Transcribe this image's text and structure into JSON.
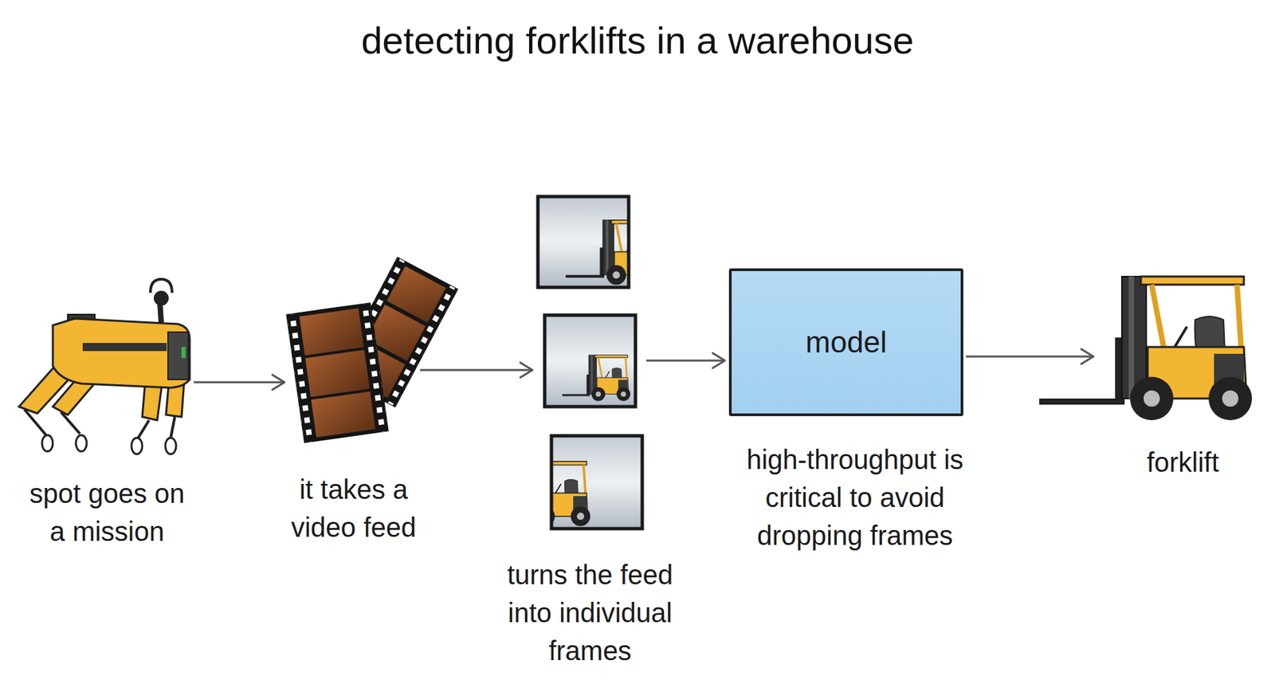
{
  "diagram": {
    "title": "detecting forklifts in a warehouse",
    "nodes": [
      {
        "text": [
          "spot goes on a mission"
        ]
      },
      {
        "text": [
          "it takes a video feed"
        ]
      },
      {
        "text": [
          "turns the feed into individual frames"
        ]
      },
      {
        "text": [
          "model",
          "high-throughput is critical to avoid dropping frames"
        ]
      },
      {
        "text": [
          "forklift"
        ]
      }
    ],
    "edges": [
      {
        "from": 0,
        "to": 1,
        "arrow": "to"
      },
      {
        "from": 1,
        "to": 2,
        "arrow": "to"
      },
      {
        "from": 2,
        "to": 3,
        "arrow": "to"
      },
      {
        "from": 3,
        "to": 4,
        "arrow": "to"
      }
    ]
  }
}
